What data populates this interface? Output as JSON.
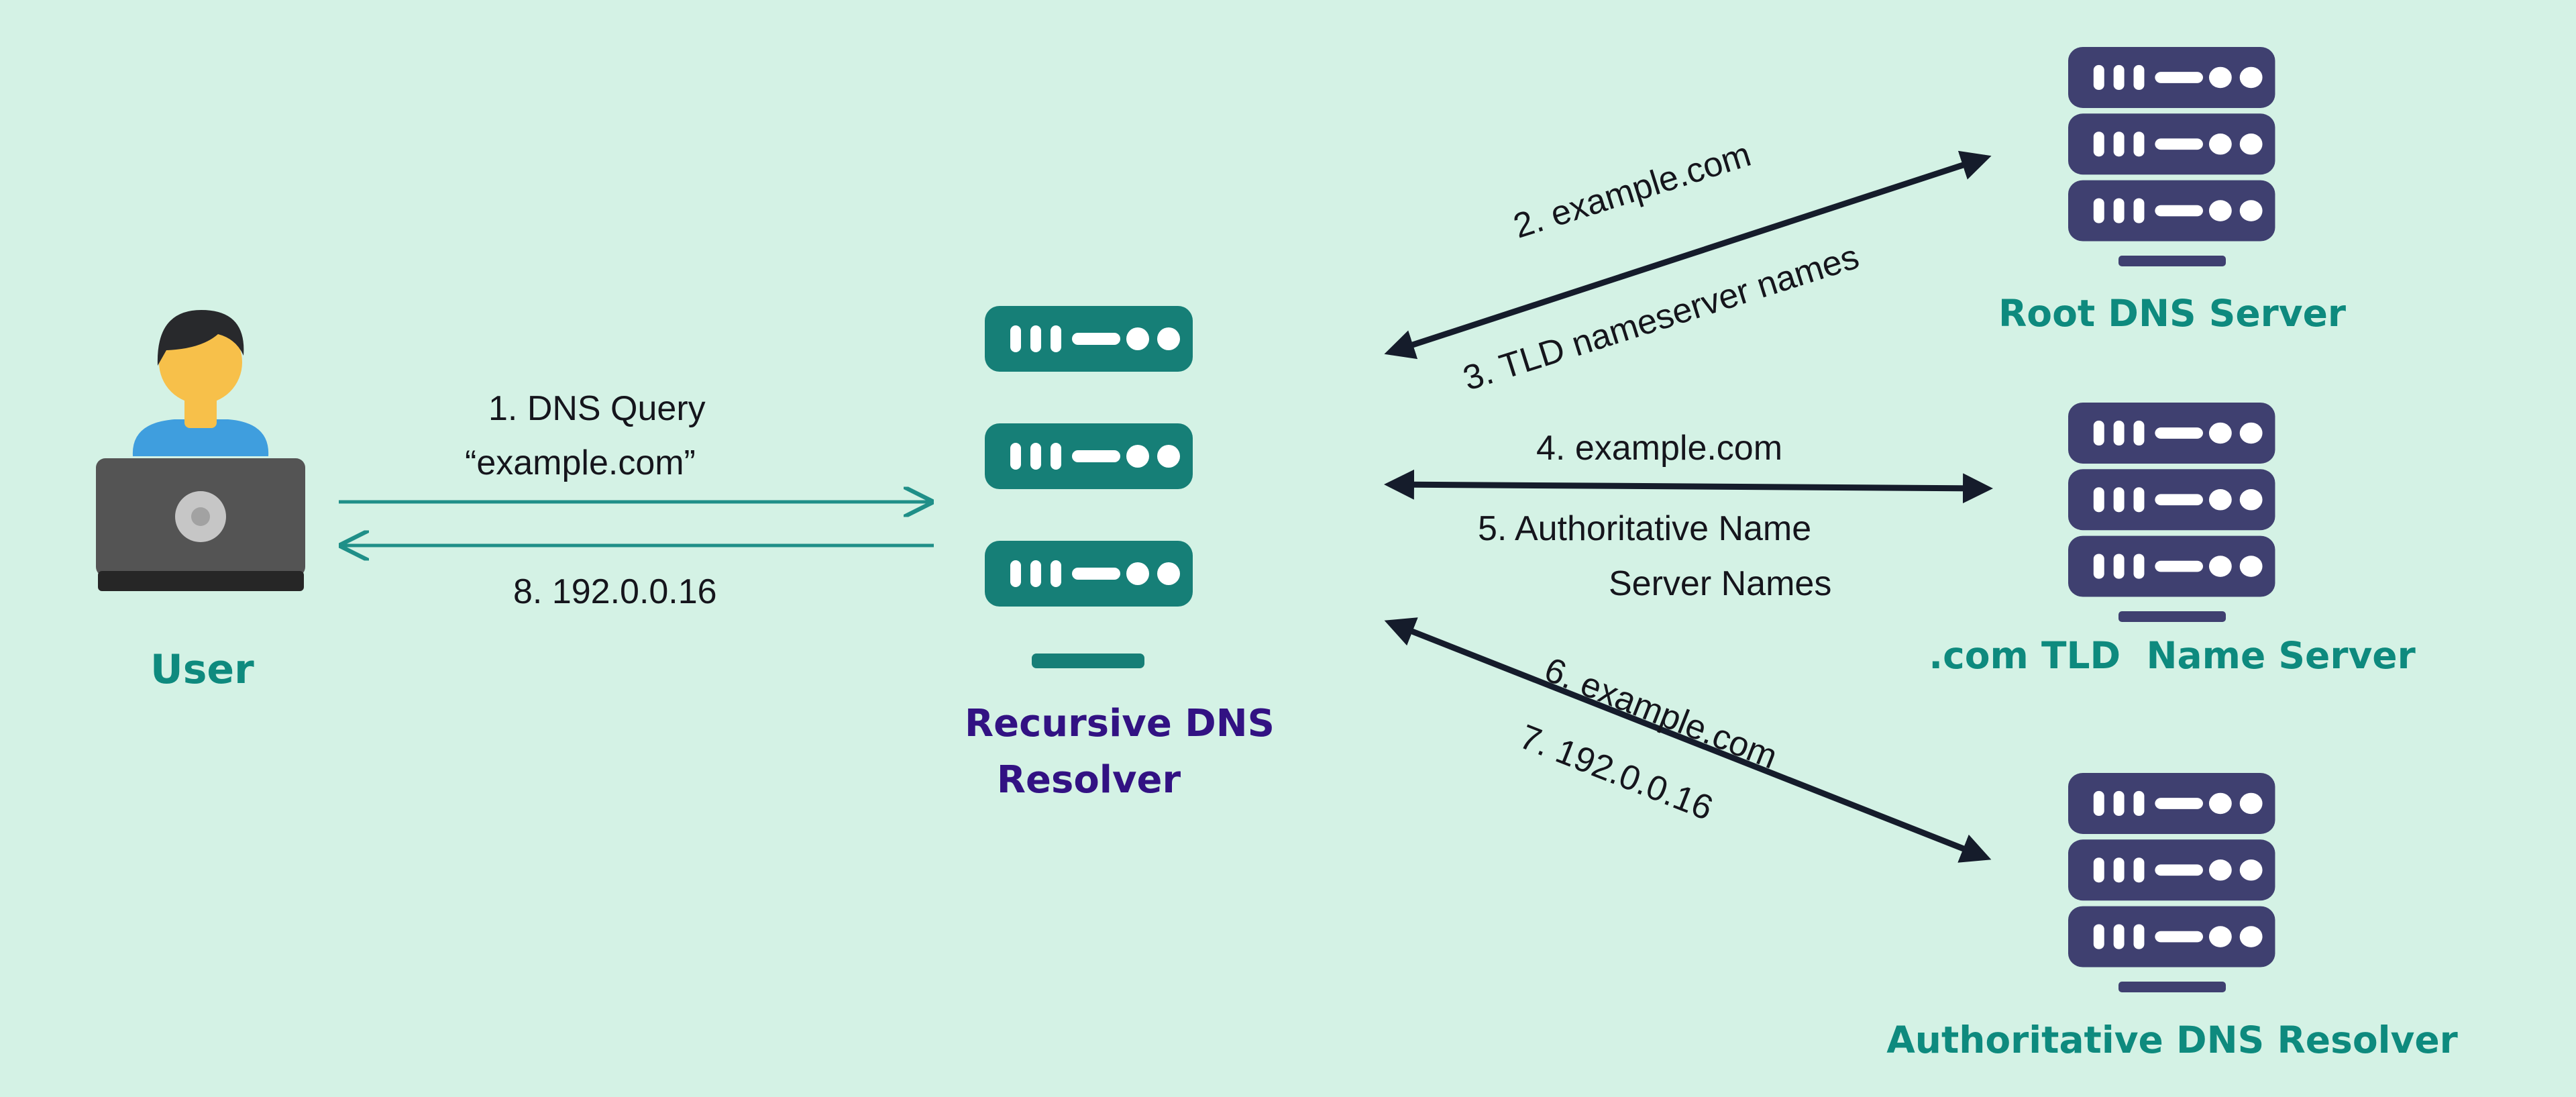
{
  "colors": {
    "background": "#d4f2e5",
    "resolver": "#167f77",
    "server": "#3f4070",
    "arrow_dark": "#151c2b",
    "arrow_teal": "#1f8f88",
    "label_teal": "#0e8a7e",
    "label_purple": "#321283",
    "skin": "#f7c04a",
    "hair": "#28292c",
    "shirt": "#3f9ede",
    "laptop": "#545454",
    "laptop_base": "#262626",
    "laptop_dot": "#c6c6c6"
  },
  "nodes": {
    "user": "User",
    "resolver_line1": "Recursive DNS",
    "resolver_line2": "Resolver",
    "root": "Root DNS Server",
    "tld": ".com TLD  Name Server",
    "auth": "Authoritative DNS Resolver"
  },
  "steps": {
    "s1_line1": "1. DNS Query",
    "s1_line2": "“example.com”",
    "s2": "2. example.com",
    "s3": "3. TLD nameserver names",
    "s4": "4. example.com",
    "s5_line1": "5. Authoritative Name",
    "s5_line2": "Server Names",
    "s6": "6. example.com",
    "s7": "7. 192.0.0.16",
    "s8": "8. 192.0.0.16"
  }
}
